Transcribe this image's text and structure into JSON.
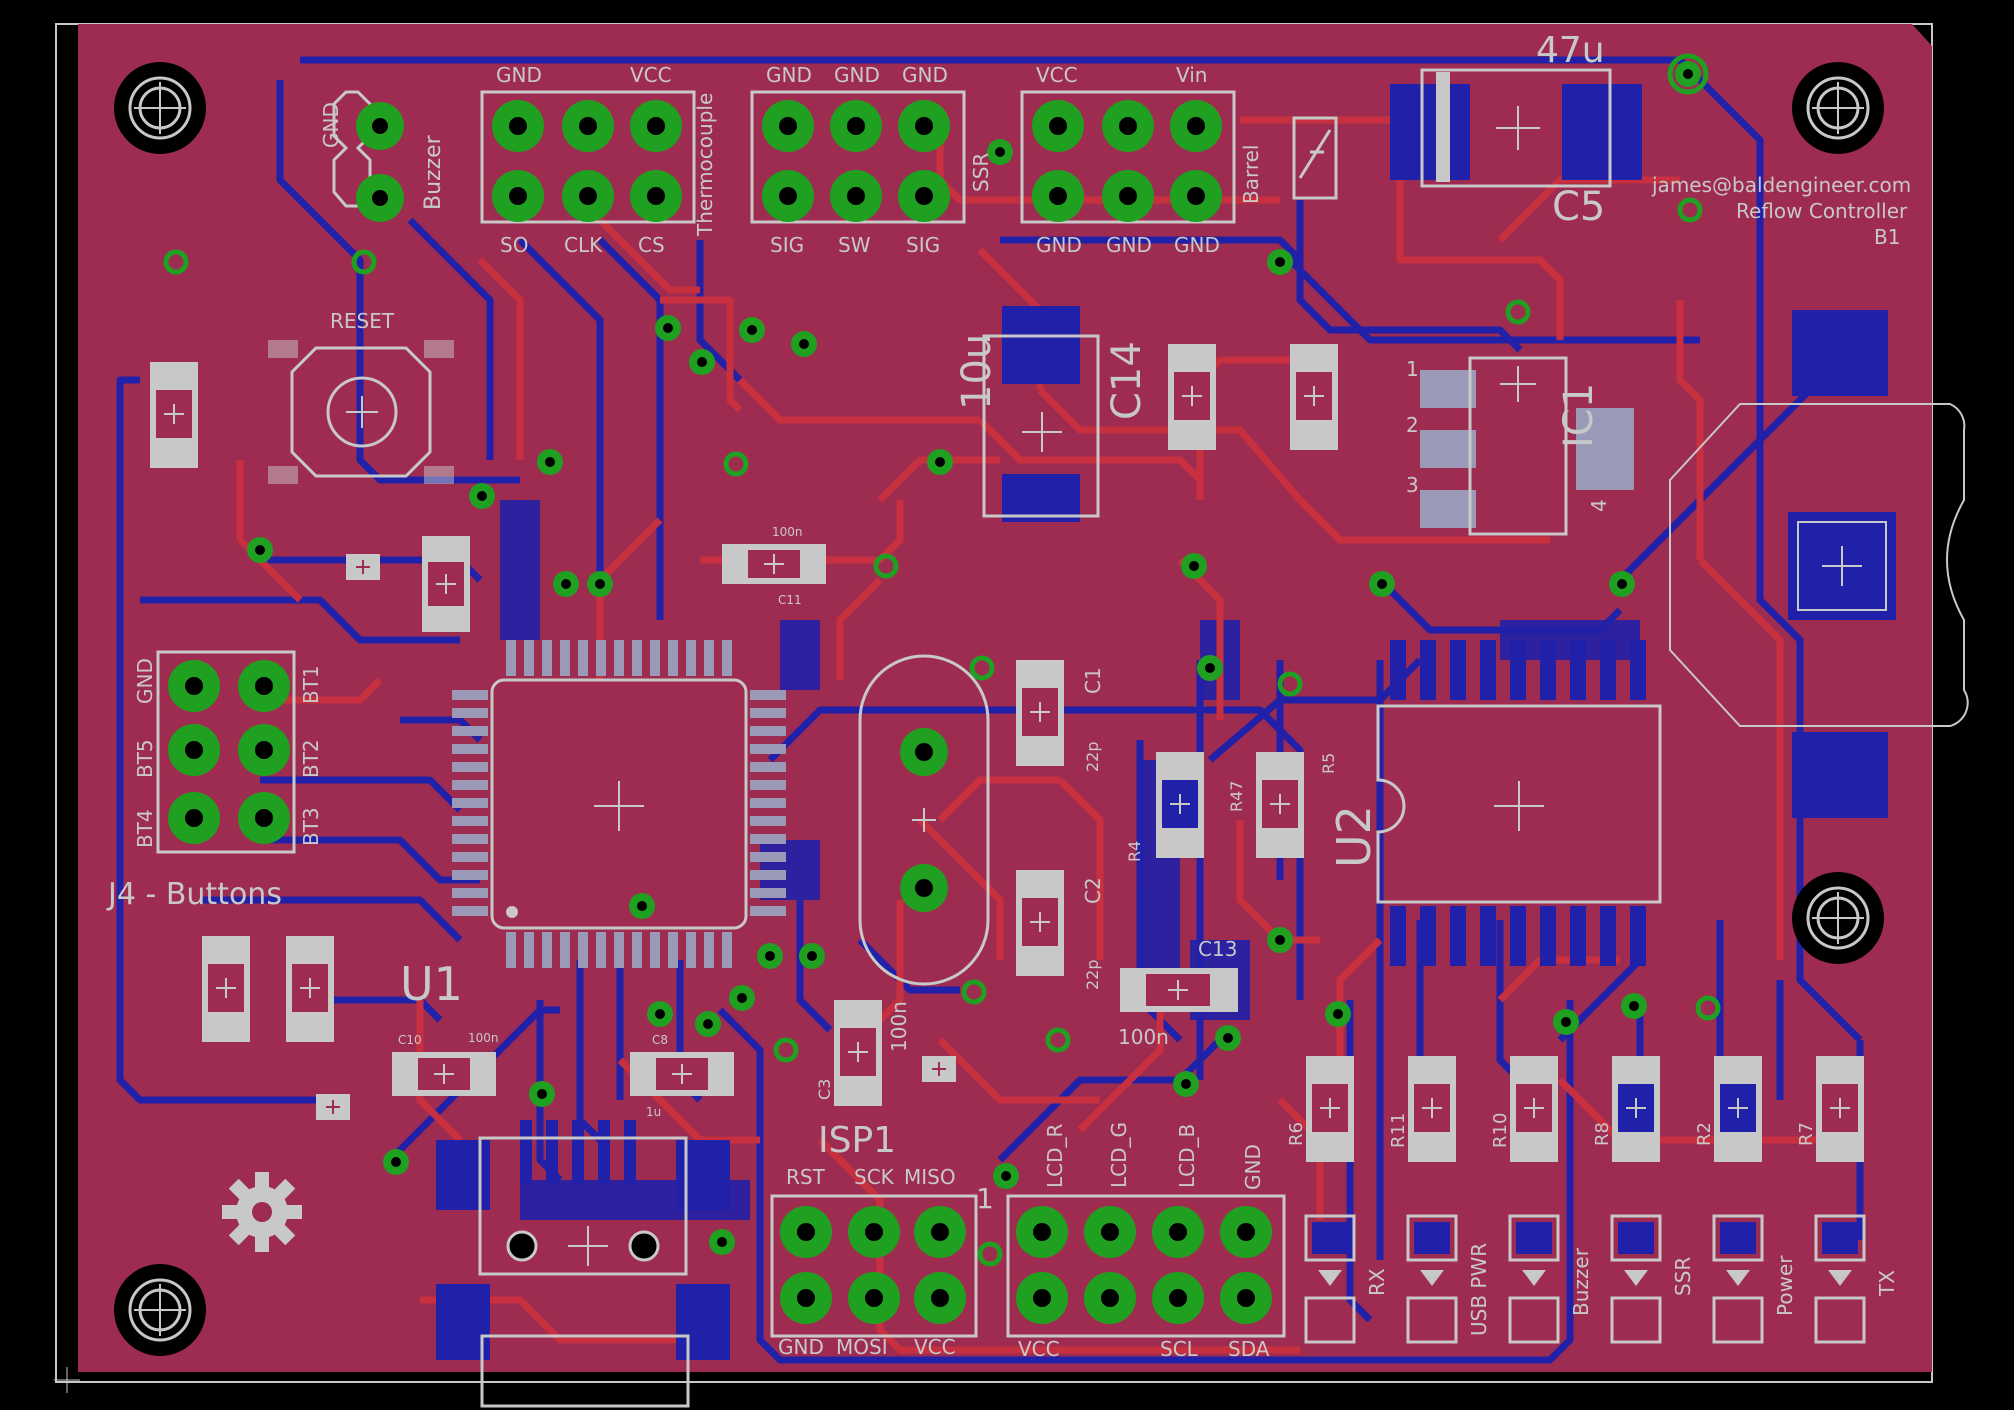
{
  "colors": {
    "background": "#000000",
    "board": "#9E2C50",
    "top_copper": "#C03040",
    "bottom_copper": "#2222AA",
    "silk": "#C8C8C8",
    "via_ring": "#20A020"
  },
  "labels": {
    "gnd_buzz": "GND",
    "buzzer": "Buzzer",
    "therm_gnd": "GND",
    "therm_vcc": "VCC",
    "therm_so": "SO",
    "therm_clk": "CLK",
    "therm_cs": "CS",
    "thermocouple": "Thermocouple",
    "ssr_gnd1": "GND",
    "ssr_gnd2": "GND",
    "ssr_gnd3": "GND",
    "ssr_sig1": "SIG",
    "ssr_sw": "SW",
    "ssr_sig2": "SIG",
    "ssr": "SSR",
    "pwr_vcc": "VCC",
    "pwr_vin": "Vin",
    "pwr_gnd1": "GND",
    "pwr_gnd2": "GND",
    "pwr_gnd3": "GND",
    "barrel": "Barrel",
    "cap_47u": "47u",
    "c5": "C5",
    "email": "james@baldengineer.com",
    "title": "Reflow Controller",
    "b1": "B1",
    "reset": "RESET",
    "cap_10u": "10u",
    "c14": "C14",
    "ic1": "IC1",
    "pin1": "1",
    "pin2": "2",
    "pin3": "3",
    "pin4": "4",
    "cap_100n_c11": "100n",
    "c11": "C11",
    "j4_gnd": "GND",
    "bt1": "BT1",
    "bt5": "BT5",
    "bt2": "BT2",
    "bt4": "BT4",
    "bt3": "BT3",
    "j4_buttons": "J4 - Buttons",
    "u1": "U1",
    "u2": "U2",
    "c1": "C1",
    "c2": "C2",
    "c22p1": "22p",
    "c22p2": "22p",
    "c13": "C13",
    "c100n_c13": "100n",
    "c100n_c3": "100n",
    "c3": "C3",
    "c10": "C10",
    "c100n_c10": "100n",
    "c8": "C8",
    "c1u": "1u",
    "isp1": "ISP1",
    "isp_rst": "RST",
    "isp_sck": "SCK",
    "isp_miso": "MISO",
    "isp_gnd": "GND",
    "isp_mosi": "MOSI",
    "isp_vcc": "VCC",
    "isp_pin1": "1",
    "lcd_r": "LCD_R",
    "lcd_g": "LCD_G",
    "lcd_b": "LCD_B",
    "lcd_gnd": "GND",
    "lcd_vcc": "VCC",
    "lcd_scl": "SCL",
    "lcd_sda": "SDA",
    "r6": "R6",
    "r11": "R11",
    "r10": "R10",
    "r8": "R8",
    "r2": "R2",
    "r7": "R7",
    "r5": "R5",
    "r47": "R47",
    "r4": "R4",
    "led_rx": "RX",
    "led_usb": "USB PWR",
    "led_buzzer": "Buzzer",
    "led_ssr": "SSR",
    "led_power": "Power",
    "led_tx": "TX"
  }
}
